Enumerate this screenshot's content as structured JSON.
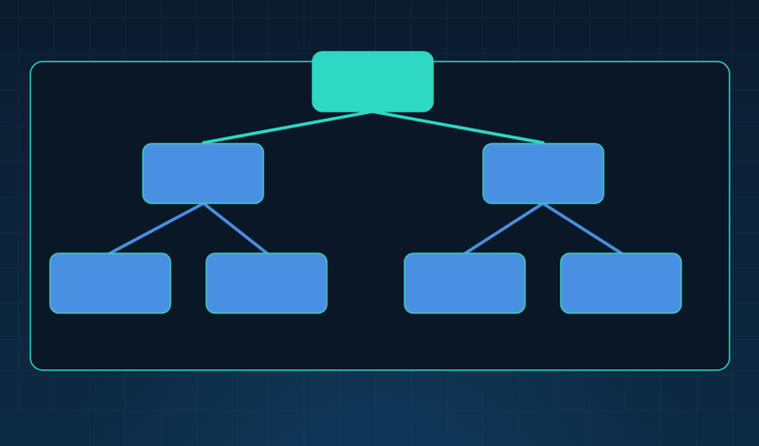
{
  "diagram": {
    "type": "tree",
    "colors": {
      "container_border": "#2fd4c0",
      "container_fill": "#091726",
      "root_fill": "#2ed8c3",
      "node_fill": "#4a90e2",
      "node_border": "#3ec9c0",
      "root_edge": "#2ed8c3",
      "child_edge": "#4a8fe0"
    },
    "nodes": [
      {
        "id": "root",
        "label": "",
        "level": 0
      },
      {
        "id": "left",
        "label": "",
        "level": 1,
        "parent": "root"
      },
      {
        "id": "right",
        "label": "",
        "level": 1,
        "parent": "root"
      },
      {
        "id": "left-left",
        "label": "",
        "level": 2,
        "parent": "left"
      },
      {
        "id": "left-right",
        "label": "",
        "level": 2,
        "parent": "left"
      },
      {
        "id": "right-left",
        "label": "",
        "level": 2,
        "parent": "right"
      },
      {
        "id": "right-right",
        "label": "",
        "level": 2,
        "parent": "right"
      }
    ]
  }
}
